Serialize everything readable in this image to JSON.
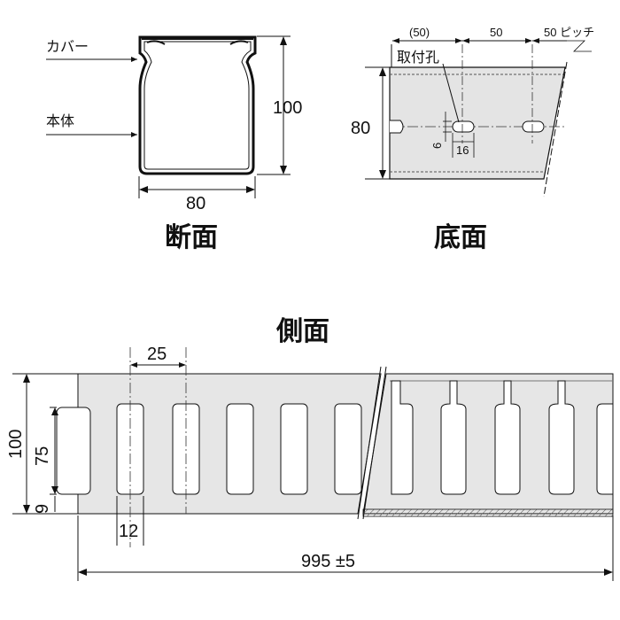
{
  "cross_section": {
    "title": "断面",
    "label_cover": "カバー",
    "label_body": "本体",
    "dim_height": "100",
    "dim_width": "80"
  },
  "bottom_view": {
    "title": "底面",
    "dim_first": "(50)",
    "dim_second": "50",
    "dim_pitch": "50 ピッチ",
    "label_hole": "取付孔",
    "dim_height": "80",
    "dim_slot_w": "6",
    "dim_slot_l": "16"
  },
  "side_view": {
    "title": "側面",
    "dim_slot_pitch": "25",
    "dim_height": "100",
    "dim_slot_h": "75",
    "dim_base": "9",
    "dim_slot_w": "12",
    "dim_length": "995 ±5"
  }
}
